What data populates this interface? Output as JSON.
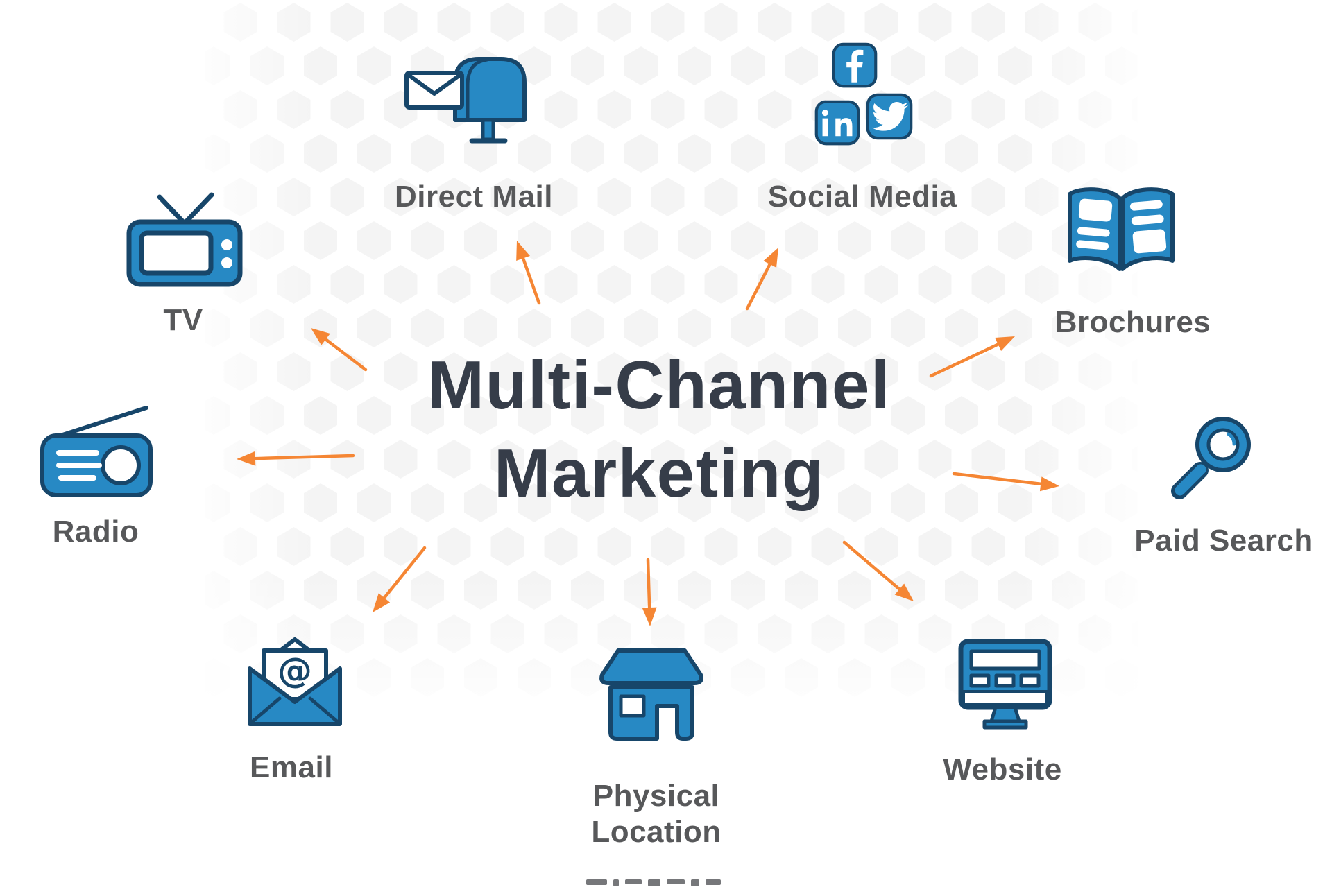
{
  "title": {
    "line1": "Multi-Channel",
    "line2": "Marketing"
  },
  "center_node": "Multi-Channel Marketing",
  "channels": [
    {
      "id": "direct-mail",
      "label": "Direct Mail",
      "icon": "mailbox-icon"
    },
    {
      "id": "social-media",
      "label": "Social Media",
      "icon": "social-media-icons"
    },
    {
      "id": "tv",
      "label": "TV",
      "icon": "tv-icon"
    },
    {
      "id": "brochures",
      "label": "Brochures",
      "icon": "open-book-icon"
    },
    {
      "id": "radio",
      "label": "Radio",
      "icon": "radio-icon"
    },
    {
      "id": "paid-search",
      "label": "Paid Search",
      "icon": "magnifier-icon"
    },
    {
      "id": "email",
      "label": "Email",
      "icon": "envelope-at-icon"
    },
    {
      "id": "physical-location",
      "label": "Physical Location",
      "icon": "storefront-icon"
    },
    {
      "id": "website",
      "label": "Website",
      "icon": "monitor-icon"
    }
  ],
  "social_icons": [
    "facebook-icon",
    "linkedin-icon",
    "twitter-icon"
  ],
  "connections": [
    {
      "from": "center",
      "to": "direct-mail"
    },
    {
      "from": "center",
      "to": "social-media"
    },
    {
      "from": "center",
      "to": "tv"
    },
    {
      "from": "center",
      "to": "brochures"
    },
    {
      "from": "center",
      "to": "radio"
    },
    {
      "from": "center",
      "to": "paid-search"
    },
    {
      "from": "center",
      "to": "email"
    },
    {
      "from": "center",
      "to": "physical-location"
    },
    {
      "from": "center",
      "to": "website"
    }
  ],
  "colors": {
    "icon_blue": "#2789C4",
    "icon_outline": "#17466A",
    "arrow_orange": "#F58634",
    "title_text": "#363D49",
    "label_text": "#57585A",
    "hex_pattern": "#F1F1F1",
    "background": "#FFFFFF"
  }
}
